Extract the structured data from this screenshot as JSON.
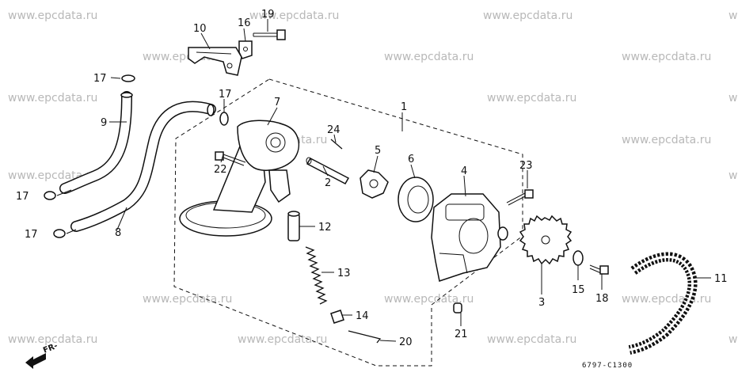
{
  "watermark": "www.epcdata.ru",
  "diagram_code": "6797-C1300",
  "direction_label": "FR-",
  "callouts": {
    "c1": "1",
    "c2": "2",
    "c3": "3",
    "c4": "4",
    "c5": "5",
    "c6": "6",
    "c7": "7",
    "c8": "8",
    "c9": "9",
    "c10": "10",
    "c11": "11",
    "c12": "12",
    "c13": "13",
    "c14": "14",
    "c15": "15",
    "c16": "16",
    "c17a": "17",
    "c17b": "17",
    "c17c": "17",
    "c17d": "17",
    "c18": "18",
    "c19": "19",
    "c20": "20",
    "c21": "21",
    "c22": "22",
    "c23": "23",
    "c24": "24"
  }
}
